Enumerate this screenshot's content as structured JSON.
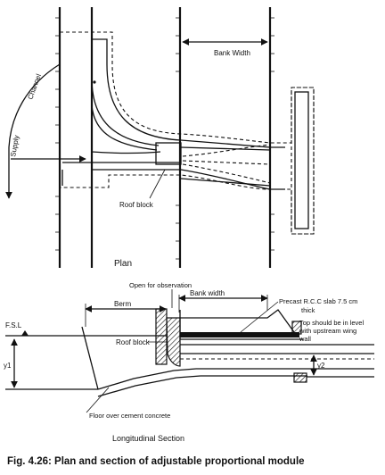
{
  "plan": {
    "channel_label": "Channel",
    "supply_label": "Supply",
    "bank_width_label": "Bank Width",
    "roof_block_label": "Roof block",
    "plan_label": "Plan"
  },
  "section": {
    "open_label": "Open for observation",
    "berm_label": "Berm",
    "bank_width_label": "Bank width",
    "slab_label_1": "Precast R.C.C  slab 7.5 cm",
    "slab_label_2": "thick",
    "fsl_label": "F.S.L",
    "roof_block_label": "Roof block",
    "y1_label": "y1",
    "y2_label": "y2",
    "top_note_1": "Top should be in level",
    "top_note_2": "with upstream wing",
    "top_note_3": "wall",
    "floor_label": "Floor over cement concrete",
    "section_label": "Longitudinal Section"
  },
  "caption": "Fig. 4.26: Plan and section of adjustable proportional module"
}
